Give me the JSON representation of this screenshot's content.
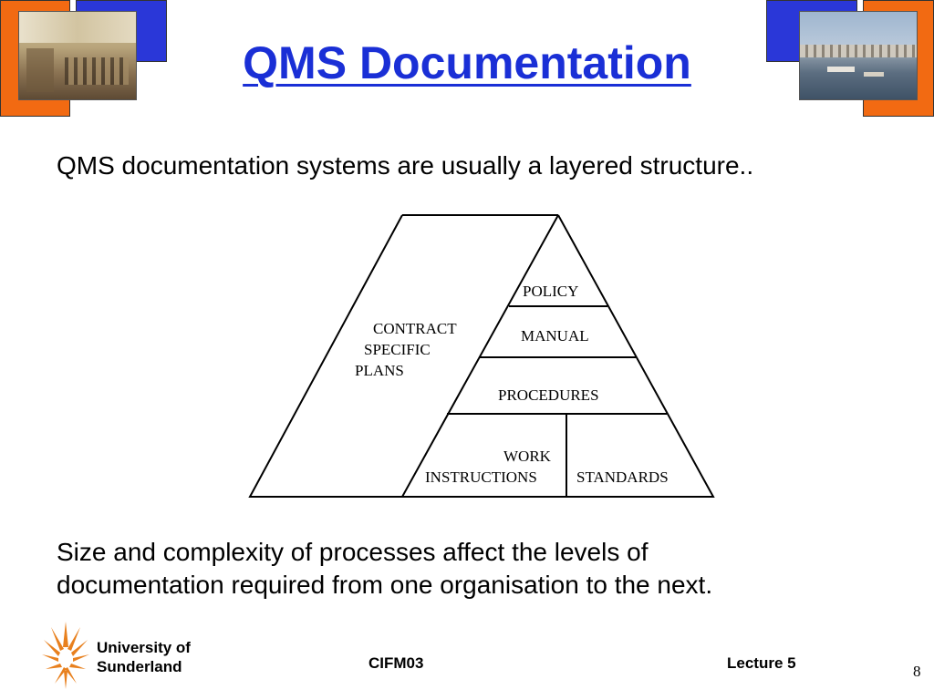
{
  "slide": {
    "title": "QMS Documentation",
    "intro": "QMS documentation systems are usually a layered structure..",
    "conclusion_line1": "Size and complexity of processes affect the levels of",
    "conclusion_line2": "documentation required from one organisation to the next."
  },
  "diagram": {
    "left_block": {
      "line1": "CONTRACT",
      "line2": "SPECIFIC",
      "line3": "PLANS"
    },
    "layers": {
      "policy": "POLICY",
      "manual": "MANUAL",
      "procedures": "PROCEDURES",
      "work_line1": "WORK",
      "work_line2": "INSTRUCTIONS",
      "standards": "STANDARDS"
    }
  },
  "footer": {
    "university_line1": "University of",
    "university_line2": "Sunderland",
    "course_code": "CIFM03",
    "lecture": "Lecture 5",
    "page_number": "8"
  },
  "colors": {
    "title_blue": "#1a2fd6",
    "accent_orange": "#f26a12",
    "accent_blue": "#2a37d8",
    "logo_orange": "#e8801e"
  },
  "icons": {
    "logo": "sunburst-logo-icon"
  }
}
